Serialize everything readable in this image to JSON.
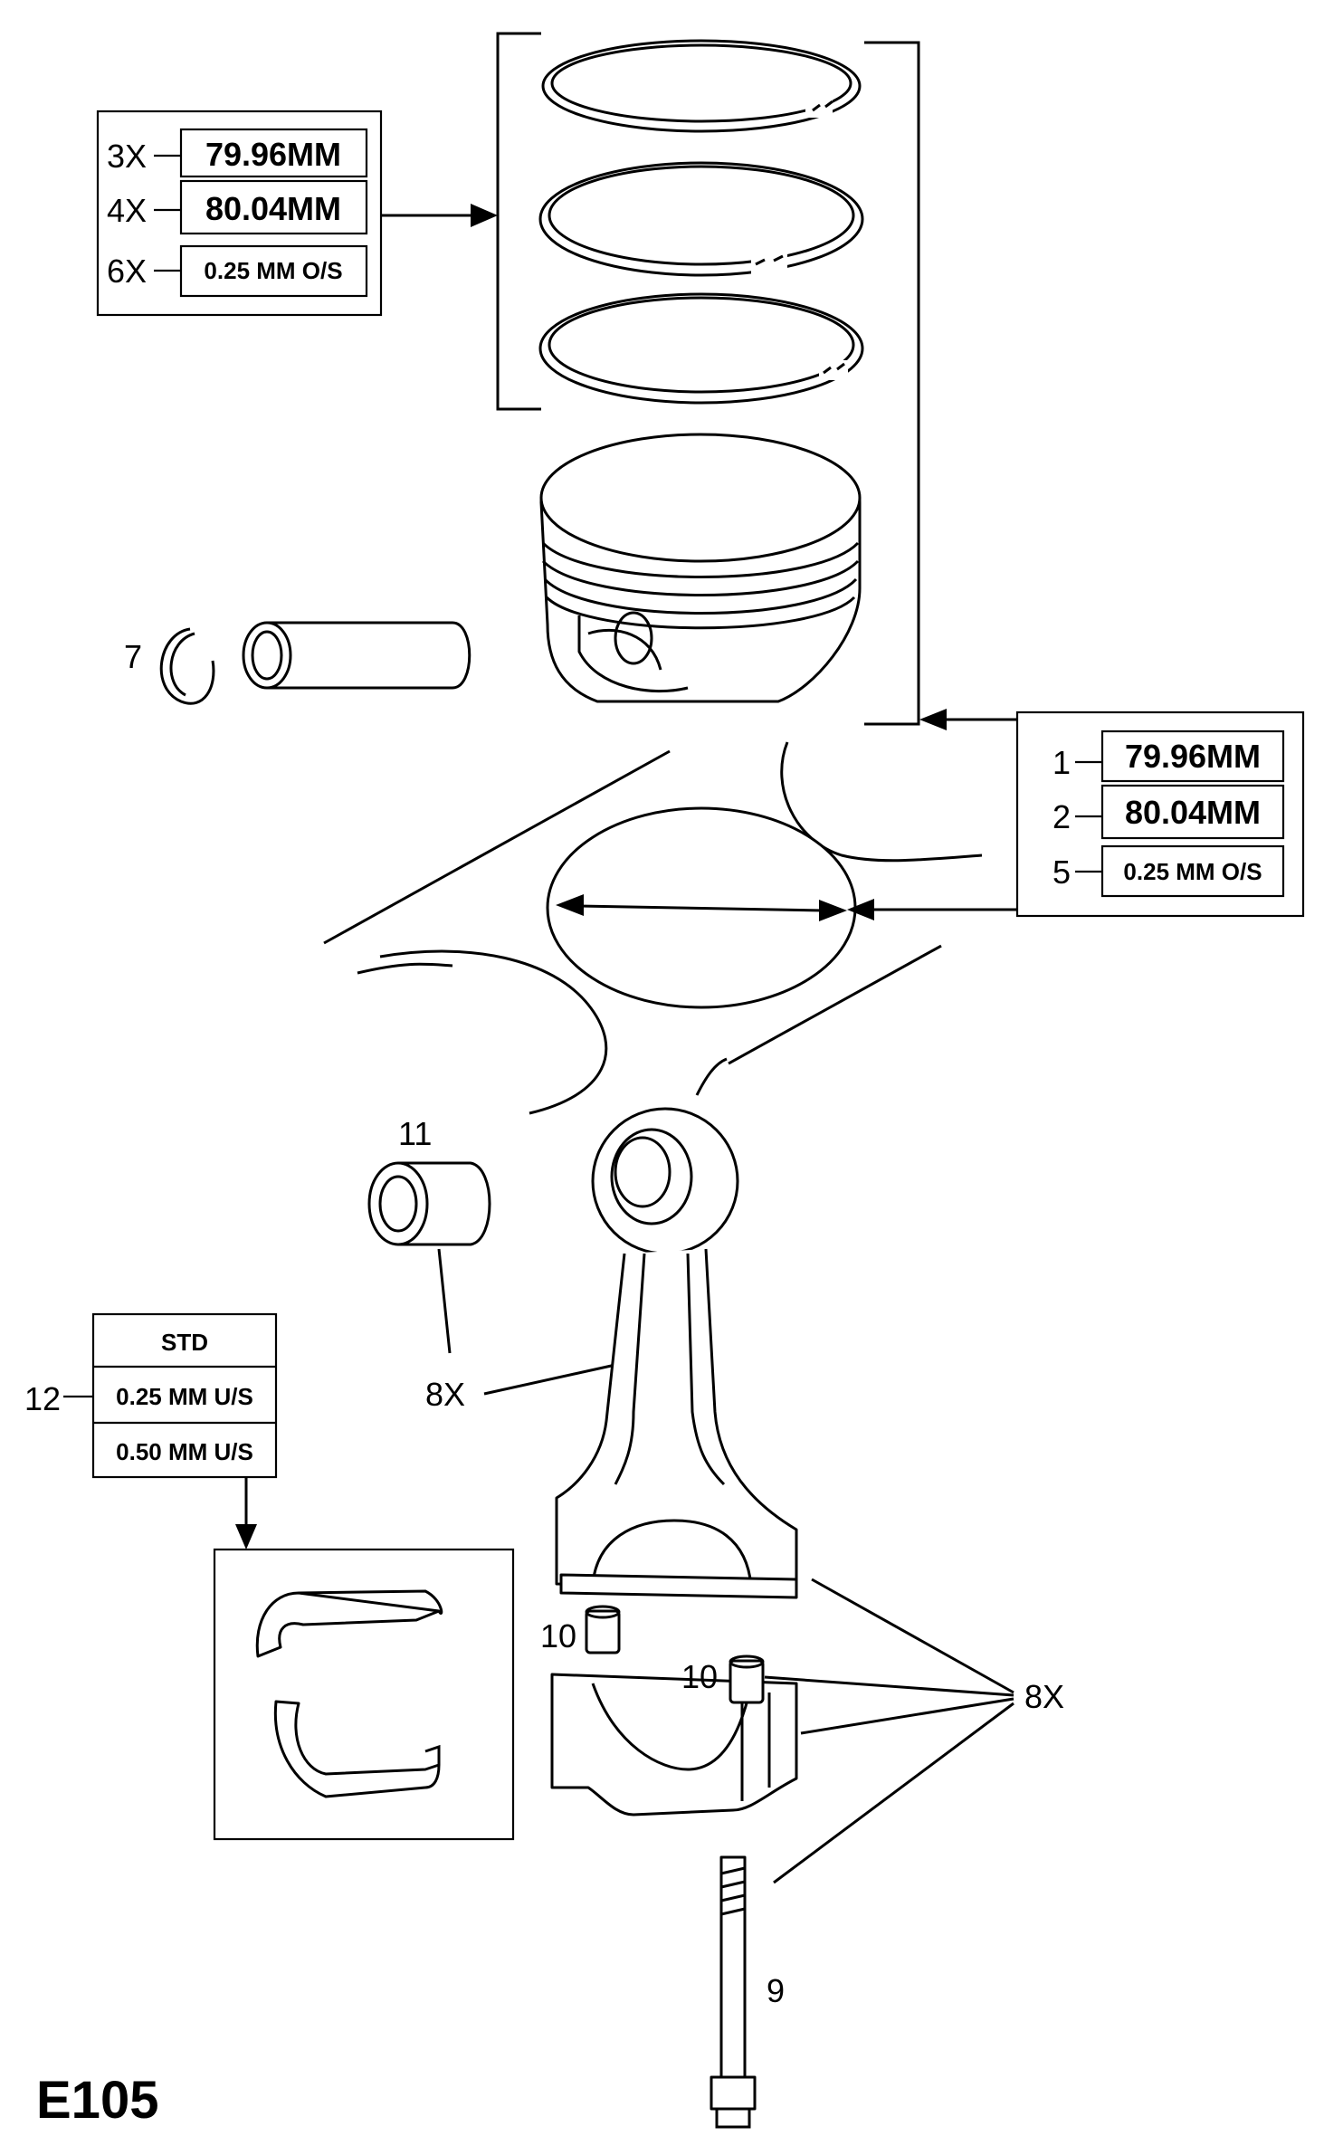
{
  "diagram_code": "E105",
  "ring_size_table": {
    "rows": [
      {
        "qty": "3X",
        "value": "79.96MM"
      },
      {
        "qty": "4X",
        "value": "80.04MM"
      },
      {
        "qty": "6X",
        "value": "0.25 MM O/S"
      }
    ]
  },
  "piston_size_table": {
    "rows": [
      {
        "ref": "1",
        "value": "79.96MM"
      },
      {
        "ref": "2",
        "value": "80.04MM"
      },
      {
        "ref": "5",
        "value": "0.25 MM O/S"
      }
    ]
  },
  "bearing_table": {
    "ref": "12",
    "rows": [
      "STD",
      "0.25 MM U/S",
      "0.50 MM U/S"
    ]
  },
  "callouts": {
    "circlip": "7",
    "bush": "11",
    "bush_qty": "8X",
    "dowel_upper": "10",
    "dowel_lower": "10",
    "rod_assembly_qty": "8X",
    "bolt": "9"
  }
}
